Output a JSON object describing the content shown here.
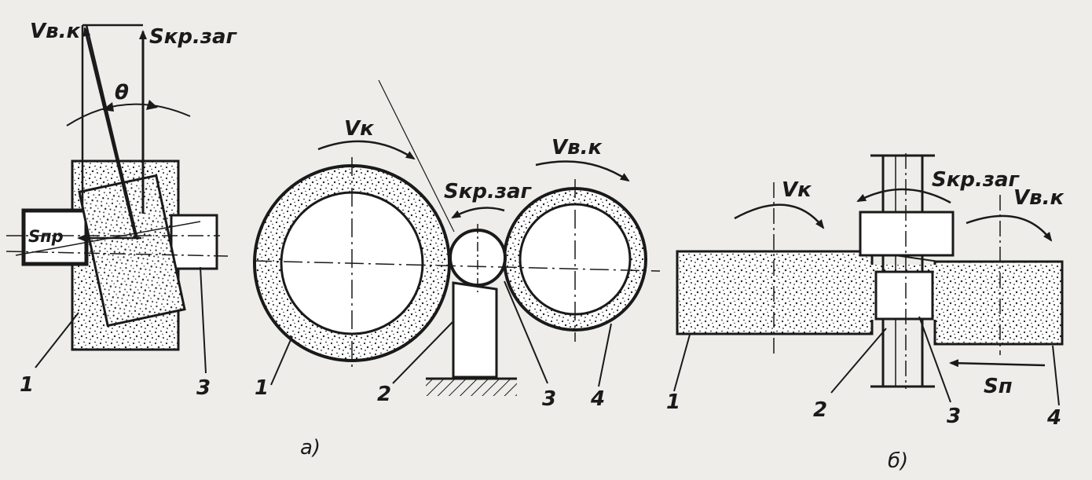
{
  "left_view": {
    "v_label": "Vв.к",
    "s_label": "Sкр.заг",
    "angle_label": "θ",
    "feed_label": "Sпр",
    "num1": "1",
    "num3": "3"
  },
  "view_a": {
    "vk_label": "Vк",
    "vvk_label": "Vв.к",
    "s_label": "Sкр.заг",
    "num1": "1",
    "num2": "2",
    "num3": "3",
    "num4": "4",
    "caption": "а)"
  },
  "view_b": {
    "vk_label": "Vк",
    "vvk_label": "Vв.к",
    "s_label": "Sкр.заг",
    "feed_label": "Sп",
    "num1": "1",
    "num2": "2",
    "num3": "3",
    "num4": "4",
    "caption": "б)"
  }
}
